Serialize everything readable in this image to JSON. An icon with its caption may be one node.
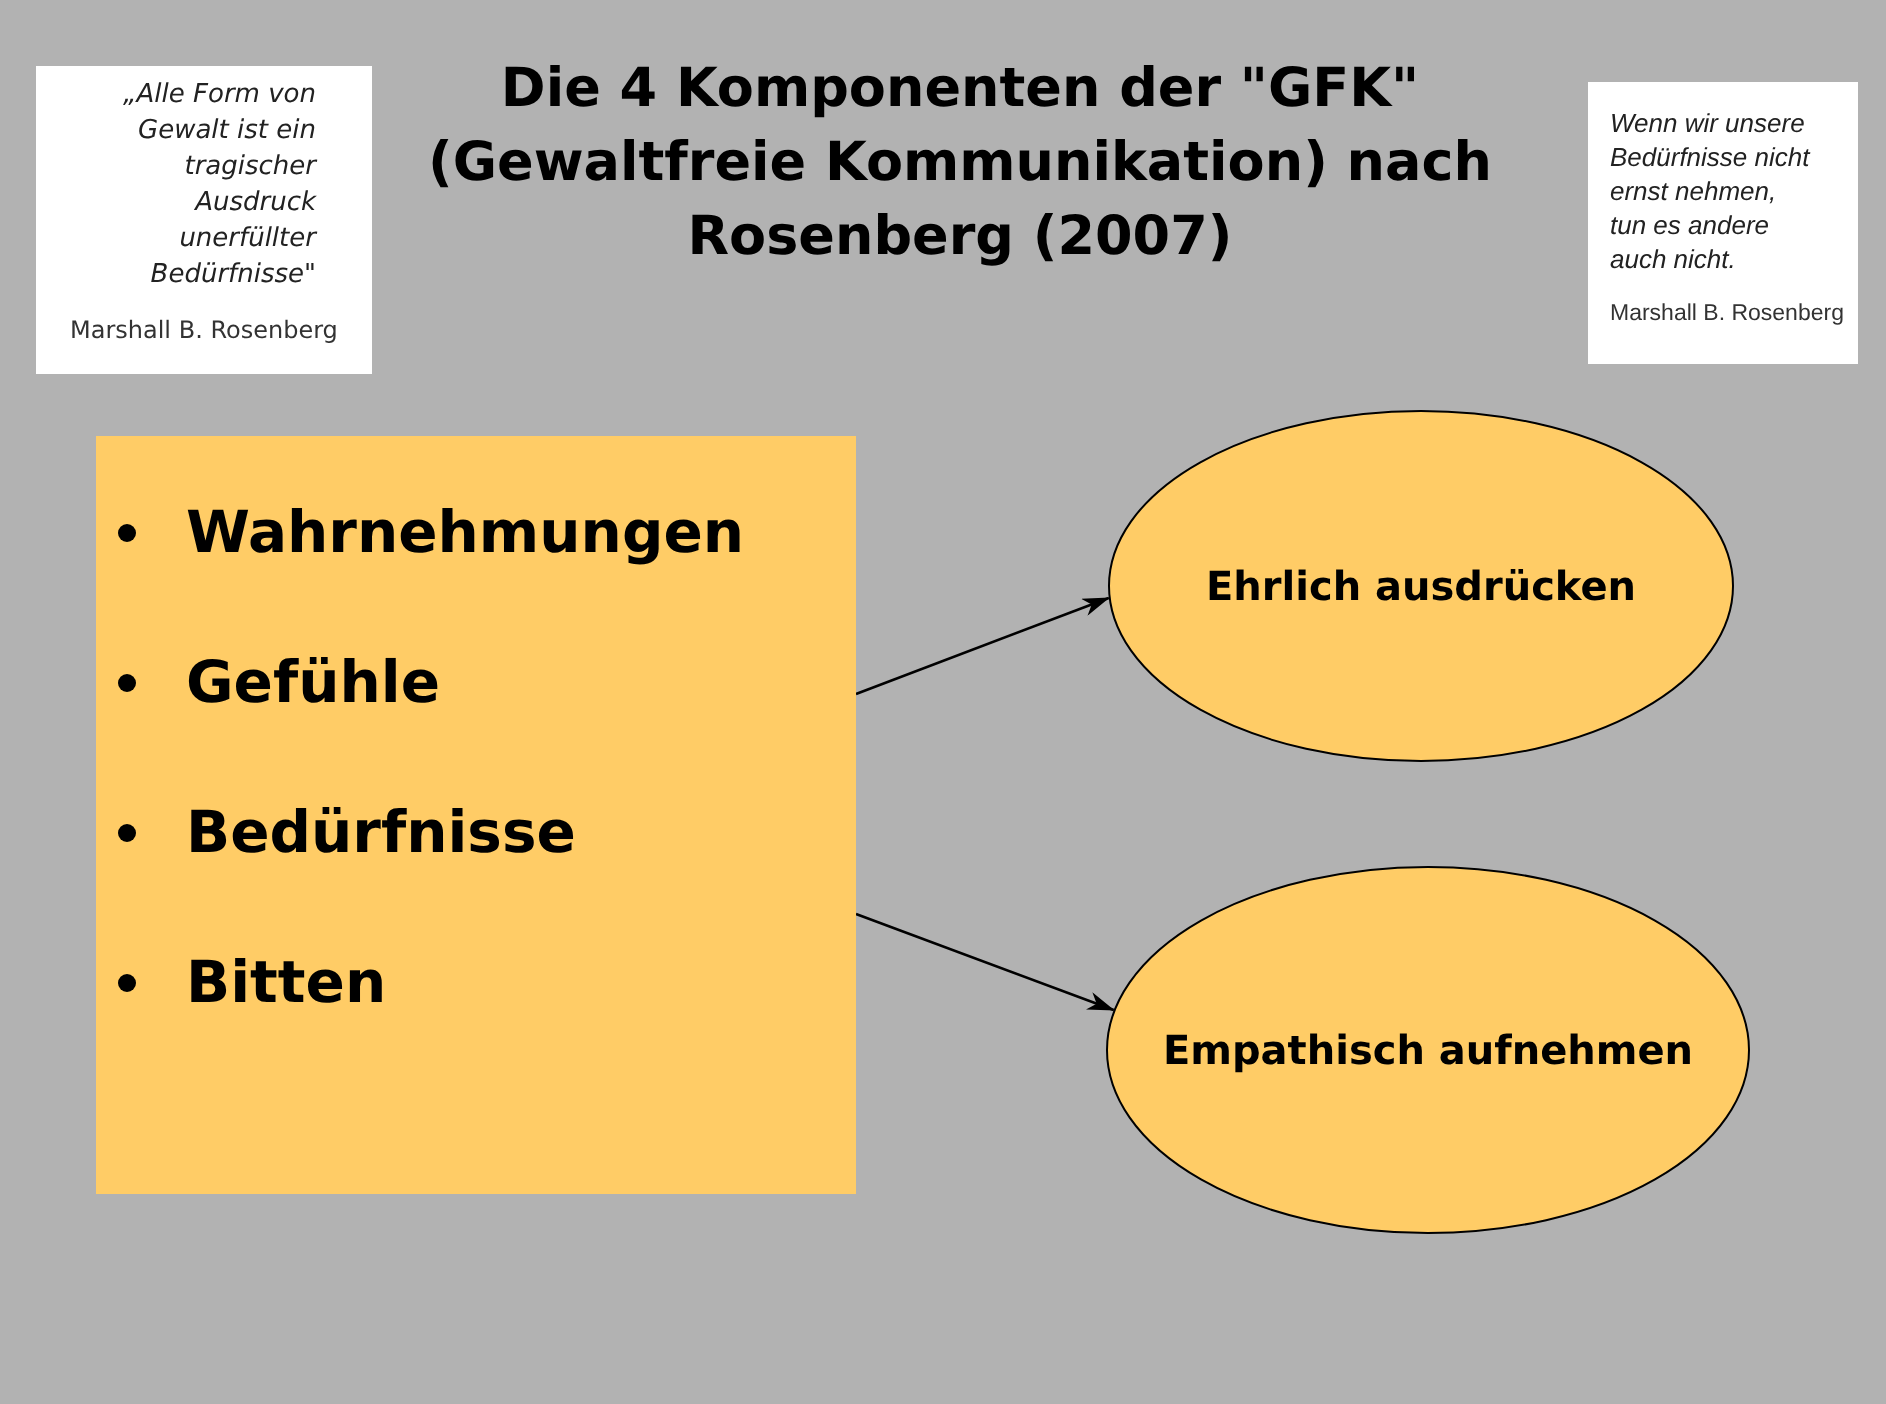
{
  "diagram": {
    "title": "Die 4 Komponenten der \"GFK\" (Gewaltfreie Kommunikation) nach Rosenberg (2007)",
    "nodes": [
      {
        "text": [
          "„Alle Form von Gewalt ist ein tragischer Ausdruck unerfüllter Bedürfnisse\"",
          "Marshall B. Rosenberg"
        ]
      },
      {
        "text": [
          "Wenn wir unsere Bedürfnisse nicht ernst nehmen, tun es andere auch nicht.",
          "Marshall B. Rosenberg"
        ]
      },
      {
        "text": [
          "Wahrnehmungen",
          "Gefühle",
          "Bedürfnisse",
          "Bitten"
        ]
      },
      {
        "text": [
          "Ehrlich ausdrücken"
        ]
      },
      {
        "text": [
          "Empathisch aufnehmen"
        ]
      }
    ],
    "edges": [
      {
        "from": 2,
        "to": 3,
        "arrow": "to"
      },
      {
        "from": 2,
        "to": 4,
        "arrow": "to"
      }
    ]
  }
}
